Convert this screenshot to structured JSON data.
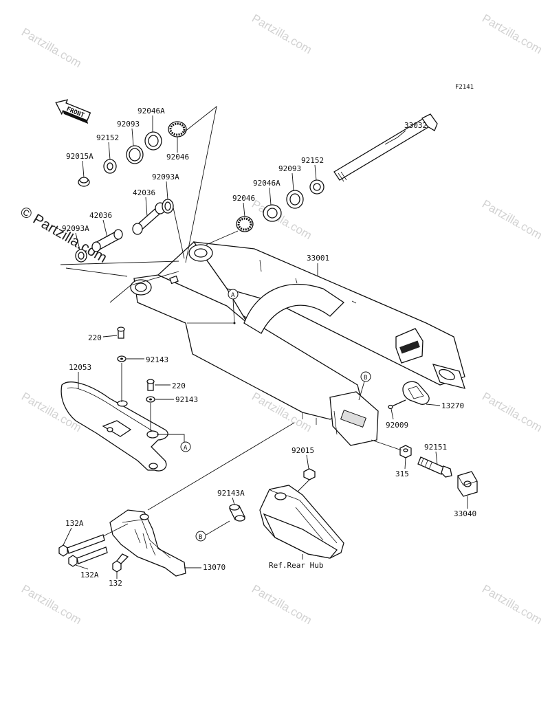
{
  "figure_code": "F2141",
  "front_arrow_label": "FRONT",
  "watermark_text": "Partzilla.com",
  "watermark_big_text": "© Partzilla.com",
  "ref_label": "Ref.Rear Hub",
  "markers": {
    "a": "A",
    "b": "B"
  },
  "parts": {
    "p92015A": "92015A",
    "p92152_left": "92152",
    "p92093_left": "92093",
    "p92046A_left": "92046A",
    "p92046_left": "92046",
    "p42036_upper": "42036",
    "p92093A_upper": "92093A",
    "p42036_lower": "42036",
    "p92093A_lower": "92093A",
    "p33032": "33032",
    "p92152_right": "92152",
    "p92093_right": "92093",
    "p92046A_right": "92046A",
    "p92046_right": "92046",
    "p33001": "33001",
    "p220_a": "220",
    "p92143_a": "92143",
    "p12053": "12053",
    "p220_b": "220",
    "p92143_b": "92143",
    "p13270": "13270",
    "p92009": "92009",
    "p92151": "92151",
    "p92015": "92015",
    "p315": "315",
    "p33040": "33040",
    "p92143A": "92143A",
    "p132A_top": "132A",
    "p132A_bottom": "132A",
    "p132": "132",
    "p13070": "13070"
  }
}
